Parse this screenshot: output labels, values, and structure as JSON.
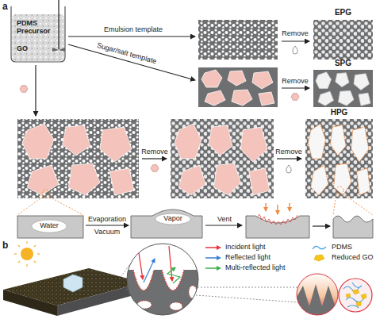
{
  "diagram": {
    "nodes": [
      {
        "text": [
          "PDMS Precursor",
          "GO"
        ]
      },
      {
        "text": [
          "EPG"
        ]
      },
      {
        "text": [
          "SPG"
        ]
      },
      {
        "text": [
          "HPG"
        ]
      },
      {
        "text": [
          "Water"
        ]
      },
      {
        "text": [
          "Vapor"
        ]
      }
    ],
    "edges": [
      {
        "from": 4,
        "to": 5,
        "arrow": "to",
        "label": "Evaporation"
      }
    ],
    "labels": [
      "a",
      "Emulsion template",
      "Remove",
      "Sugar/salt template",
      "Remove",
      "Remove",
      "Remove",
      "Vacuum",
      "Vent",
      "b"
    ],
    "legend": [
      {
        "text": "Incident light"
      },
      {
        "text": "PDMS"
      },
      {
        "text": "Reflected light"
      },
      {
        "text": "Reduced GO"
      },
      {
        "text": "Multi-reflected light"
      }
    ]
  }
}
